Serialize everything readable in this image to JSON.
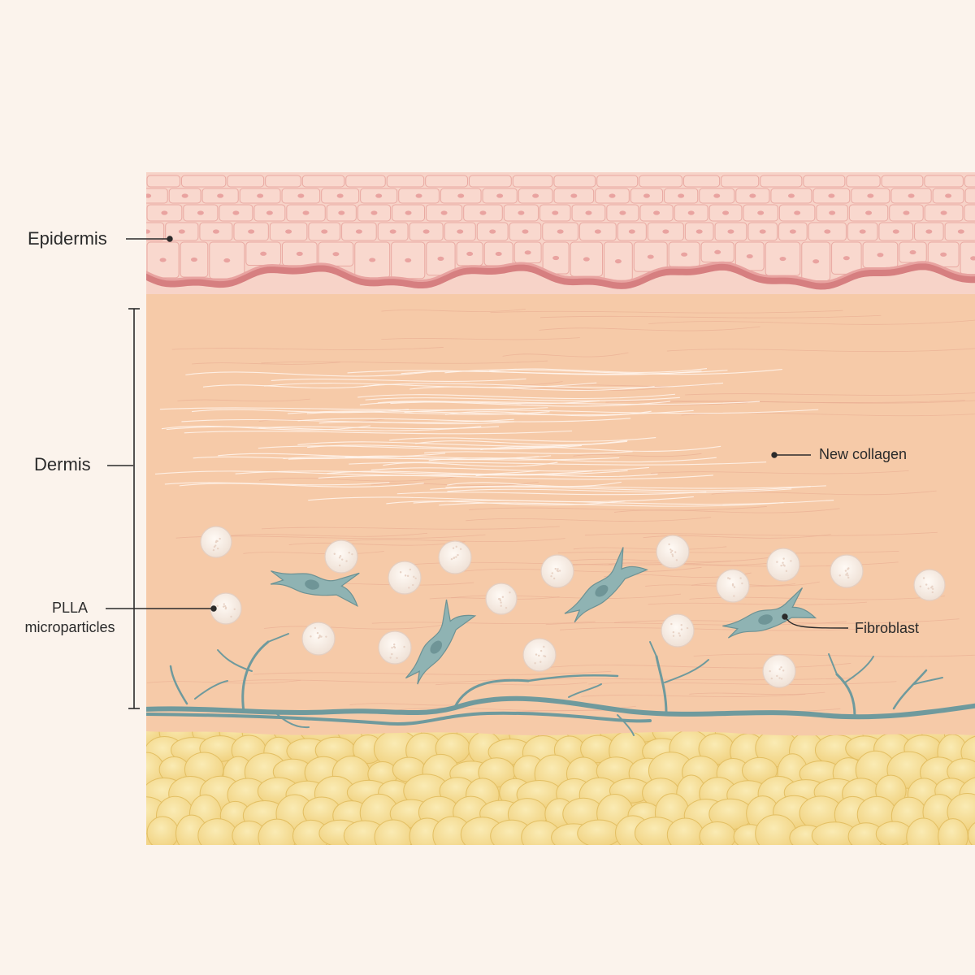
{
  "labels": {
    "epidermis": "Epidermis",
    "dermis": "Dermis",
    "plla_line1": "PLLA",
    "plla_line2": "microparticles",
    "new_collagen": "New collagen",
    "fibroblast": "Fibroblast"
  },
  "colors": {
    "background": "#fbf3ec",
    "epidermis": "#f6cfc3",
    "basement_membrane": "#d98585",
    "dermis": "#f6caa8",
    "collagen_new": "#fff6ee",
    "fibroblast": "#8fb3b3",
    "vessel": "#6f9a9d",
    "microparticle": "#fbf2ea",
    "fat": "#f5d88c"
  }
}
